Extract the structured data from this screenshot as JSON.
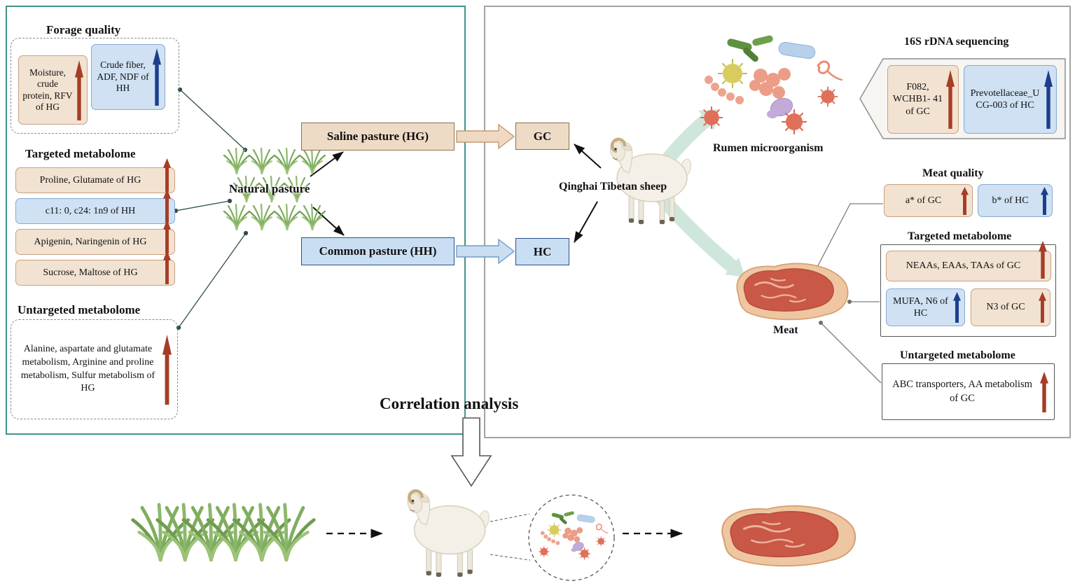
{
  "colors": {
    "tan_box_bg": "#f2e2d1",
    "tan_box_border": "#c9a183",
    "blue_box_bg": "#cfe1f3",
    "blue_box_border": "#86abd1",
    "increase_arrow_red": "#a63d26",
    "increase_arrow_blue": "#1c3e8d",
    "left_panel_border": "#3f9488",
    "right_panel_border": "#a3a3a3",
    "green_flow_arrow": "#cfe7da"
  },
  "left_panel": {
    "forage_quality": {
      "title": "Forage quality",
      "hg_box": "Moisture, crude protein, RFV of HG",
      "hh_box": "Crude fiber, ADF, NDF of HH"
    },
    "targeted_metabolome": {
      "title": "Targeted metabolome",
      "rows": [
        "Proline, Glutamate of HG",
        "c11: 0, c24: 1n9 of HH",
        "Apigenin, Naringenin of HG",
        "Sucrose, Maltose of HG"
      ]
    },
    "untargeted_metabolome": {
      "title": "Untargeted metabolome",
      "text": "Alanine, aspartate and glutamate metabolism, Arginine and proline metabolism, Sulfur metabolism of HG"
    },
    "natural_pasture_label": "Natural pasture",
    "saline_pasture_label": "Saline pasture (HG)",
    "common_pasture_label": "Common pasture (HH)"
  },
  "right_panel": {
    "gc_label": "GC",
    "hc_label": "HC",
    "sheep_label": "Qinghai Tibetan sheep",
    "rumen_label": "Rumen microorganism",
    "meat_label": "Meat",
    "sequencing_16s": {
      "title": "16S rDNA sequencing",
      "gc_box": "F082, WCHB1- 41 of GC",
      "hc_box": "Prevotellaceae_UCG-003 of HC"
    },
    "meat_quality": {
      "title": "Meat quality",
      "gc_box": "a* of GC",
      "hc_box": "b* of HC"
    },
    "targeted_metabolome": {
      "title": "Targeted metabolome",
      "row1": "NEAAs, EAAs, TAAs of GC",
      "row2a": "MUFA, N6 of HC",
      "row2b": "N3 of GC"
    },
    "untargeted_metabolome": {
      "title": "Untargeted metabolome",
      "text": "ABC transporters, AA metabolism of GC"
    }
  },
  "bottom": {
    "correlation_label": "Correlation analysis"
  }
}
